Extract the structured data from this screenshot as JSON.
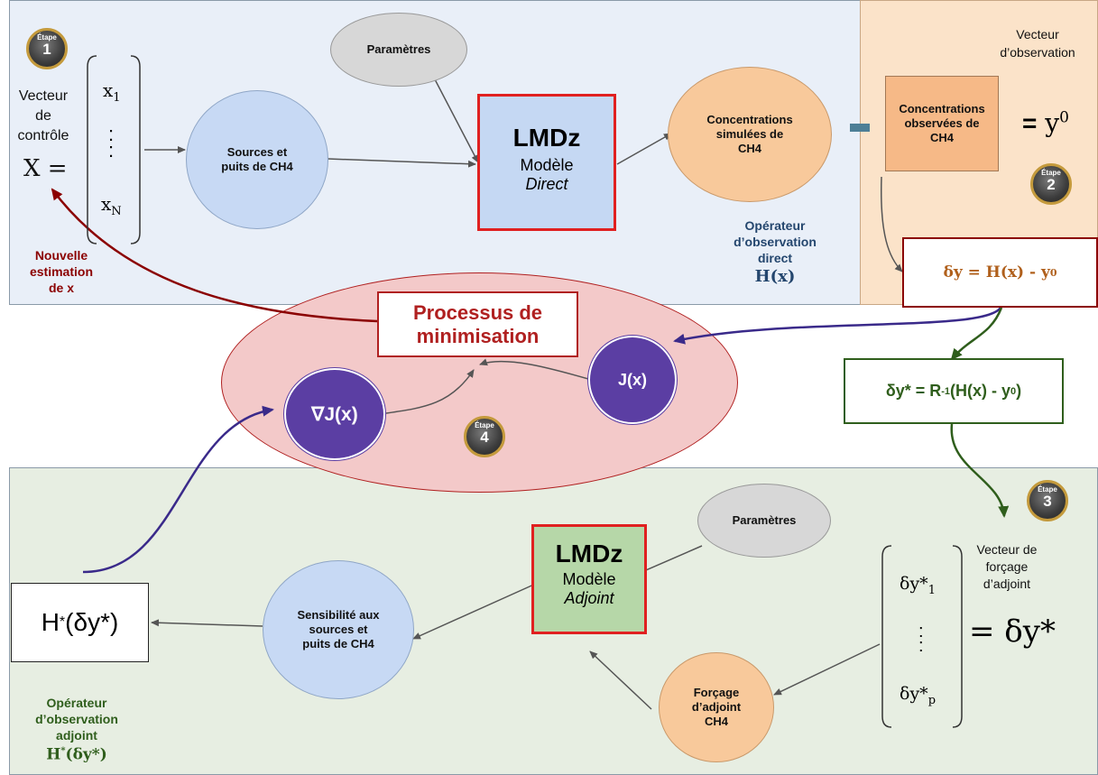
{
  "steps": {
    "label": "Étape",
    "n1": "1",
    "n2": "2",
    "n3": "3",
    "n4": "4"
  },
  "control_vector": {
    "line1": "Vecteur",
    "line2": "de",
    "line3": "contrôle",
    "symbol": "X =",
    "x1": "x",
    "x1_sub": "1",
    "xN": "x",
    "xN_sub": "N",
    "dots": ":"
  },
  "parametres_top": "Paramètres",
  "sources": {
    "line1": "Sources et",
    "line2": "puits de CH4"
  },
  "lmdz_direct": {
    "title": "LMDz",
    "line1": "Modèle",
    "line2": "Direct"
  },
  "conc_simulees": {
    "line1": "Concentrations",
    "line2": "simulées de",
    "line3": "CH4"
  },
  "obs_vector_label": {
    "line1": "Vecteur",
    "line2": "d’observation"
  },
  "conc_observees": {
    "line1": "Concentrations",
    "line2": "observées de",
    "line3": "CH4"
  },
  "y0_eq": {
    "text": "= y",
    "sup": "0"
  },
  "op_direct": {
    "line1": "Opérateur",
    "line2": "d’observation",
    "line3": "direct",
    "formula": "H(x)"
  },
  "nouvelle": {
    "line1": "Nouvelle",
    "line2": "estimation",
    "line3": "de x"
  },
  "delta_y": {
    "text": "δy = H(x) - y",
    "sup": "0"
  },
  "processus": {
    "line1": "Processus de",
    "line2": "minimisation"
  },
  "jx": "J(x)",
  "grad_jx": "∇J(x)",
  "delta_y_star": {
    "part1": "δy* = R",
    "sup1": "-1",
    "part2": "(H(x) - y",
    "sup2": "0",
    "part3": ")"
  },
  "parametres_bottom": "Paramètres",
  "lmdz_adjoint": {
    "title": "LMDz",
    "line1": "Modèle",
    "line2": "Adjoint"
  },
  "forcing_vector_label": {
    "line1": "Vecteur de",
    "line2": "forçage",
    "line3": "d’adjoint"
  },
  "forcing_vector": {
    "y1": "δy*",
    "y1_sub": "1",
    "yp": "δy*",
    "yp_sub": "p",
    "dots": ":",
    "eq": "= δy*"
  },
  "sensibilite": {
    "line1": "Sensibilité aux",
    "line2": "sources et",
    "line3": "puits de CH4"
  },
  "forcage_adjoint": {
    "line1": "Forçage",
    "line2": "d’adjoint",
    "line3": "CH4"
  },
  "h_star": {
    "part1": "H",
    "sup": "*",
    "part2": "(δy*)"
  },
  "op_adjoint": {
    "line1": "Opérateur",
    "line2": "d’observation",
    "line3": "adjoint",
    "formula_part1": "H",
    "formula_sup": "*",
    "formula_part2": "(δy*)"
  },
  "colors": {
    "dark_red": "#8b0000",
    "red_border": "#d42020",
    "dark_green": "#2f5e1c",
    "dark_blue": "#24466e",
    "purple": "#5b3ea3"
  }
}
